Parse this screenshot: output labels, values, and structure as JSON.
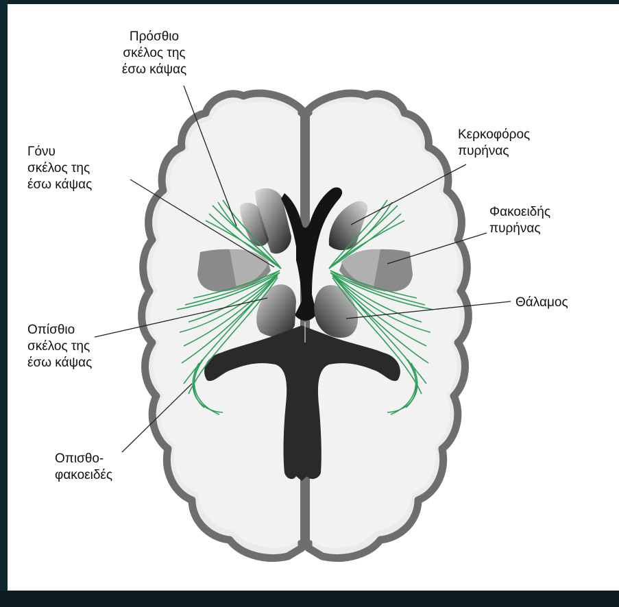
{
  "labels": {
    "anterior_limb": [
      "Πρόσθιο",
      "σκέλος της",
      "έσω κάψας"
    ],
    "genu": [
      "Γόνυ",
      "σκέλος της",
      "έσω κάψας"
    ],
    "posterior_limb": [
      "Οπίσθιο",
      "σκέλος της",
      "έσω κάψας"
    ],
    "retrolenticular": [
      "Οπισθο-",
      "φακοειδές"
    ],
    "caudate_nucleus": [
      "Κερκοφόρος",
      "πυρήνας"
    ],
    "lentiform_nucleus": [
      "Φακοειδής",
      "πυρήνας"
    ],
    "thalamus": [
      "Θάλαμος"
    ]
  },
  "colors": {
    "brain_fill": "#ebebeb",
    "cortex_outline": "#6e6e6e",
    "ventricle": "#2a2a2a",
    "fibers": "#2e9e5a",
    "leader_lines": "#222222"
  }
}
